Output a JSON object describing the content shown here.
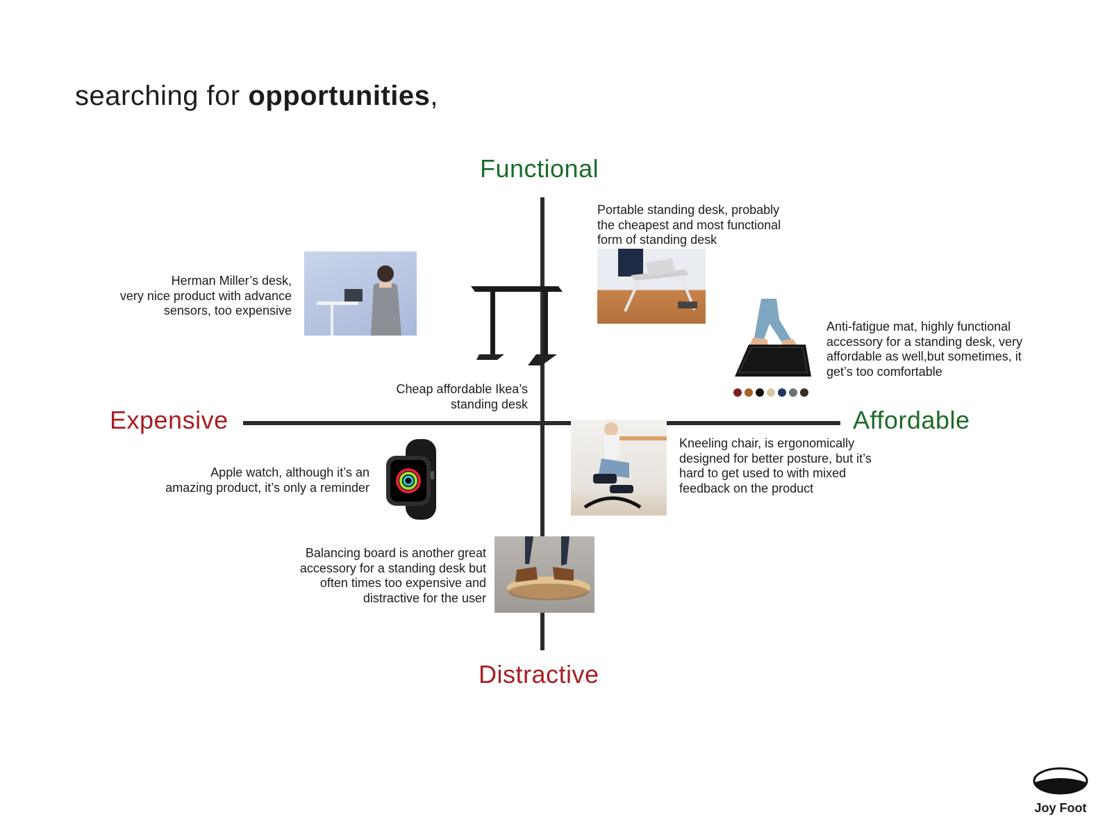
{
  "title": {
    "prefix": "searching for ",
    "bold": "opportunities",
    "suffix": ","
  },
  "axes": {
    "top": "Functional",
    "bottom": "Distractive",
    "left": "Expensive",
    "right": "Affordable"
  },
  "colors": {
    "positive": "#1d6b2c",
    "negative": "#a81e23",
    "axis": "#2b2b2b"
  },
  "items": {
    "herman_miller": "Herman Miller’s desk,\nvery nice product with advance\nsensors, too expensive",
    "portable_desk": "Portable standing desk, probably\nthe cheapest and most functional\nform of standing desk",
    "ikea_desk": "Cheap affordable Ikea’s\nstanding desk",
    "anti_fatigue_mat": "Anti-fatigue mat, highly functional\naccessory for a standing desk, very\naffordable as well,but sometimes, it\nget’s too comfortable",
    "kneeling_chair": "Kneeling chair, is ergonomically\ndesigned for better posture, but it’s\nhard to get used to with mixed\nfeedback on the product",
    "apple_watch": "Apple watch, although it’s an\namazing product, it’s only a reminder",
    "balancing_board": "Balancing board is another great\naccessory for a standing desk but\noften times too expensive and\ndistractive for the user"
  },
  "mat_swatches": [
    "#7a2226",
    "#a0632a",
    "#111111",
    "#d8c7a3",
    "#24365e",
    "#6d6f73",
    "#3a2a24"
  ],
  "logo": {
    "name": "Joy Foot"
  }
}
